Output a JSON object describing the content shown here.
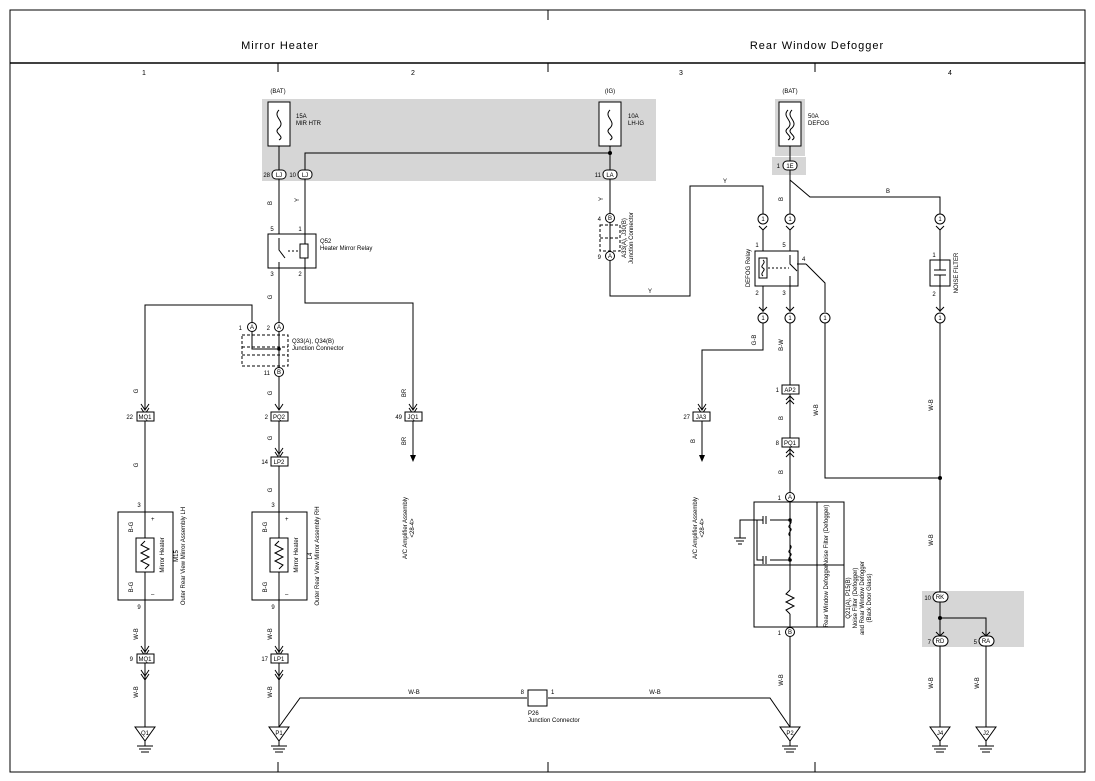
{
  "sections": {
    "mirror_heater": "Mirror Heater",
    "rear_window_defogger": "Rear Window Defogger"
  },
  "columns": [
    "1",
    "2",
    "3",
    "4"
  ],
  "fuses": {
    "bat1": {
      "source": "(BAT)",
      "rating": "15A",
      "name": "MIR HTR"
    },
    "ig": {
      "source": "(IG)",
      "rating": "10A",
      "name": "LH-IG"
    },
    "bat2": {
      "source": "(BAT)",
      "rating": "50A",
      "name": "DEFOG"
    }
  },
  "connectors": {
    "lj28": {
      "pin": "28",
      "code": "LJ"
    },
    "lj10": {
      "pin": "10",
      "code": "LJ"
    },
    "la11": {
      "pin": "11",
      "code": "LA"
    },
    "ie1": {
      "pin": "1",
      "code": "1E"
    },
    "mq1_22": {
      "pin": "22",
      "code": "MQ1"
    },
    "pq2_2": {
      "pin": "2",
      "code": "PQ2"
    },
    "lp2_14": {
      "pin": "14",
      "code": "LP2"
    },
    "jq1_49": {
      "pin": "49",
      "code": "JQ1"
    },
    "ja3_27": {
      "pin": "27",
      "code": "JA3"
    },
    "ap2_1": {
      "pin": "1",
      "code": "AP2"
    },
    "pq1_8": {
      "pin": "8",
      "code": "PQ1"
    },
    "mq1_9": {
      "pin": "9",
      "code": "MQ1"
    },
    "lp1_17": {
      "pin": "17",
      "code": "LP1"
    },
    "rk10": {
      "pin": "10",
      "code": "RK"
    },
    "rd7": {
      "pin": "7",
      "code": "RD"
    },
    "ra5": {
      "pin": "5",
      "code": "RA"
    }
  },
  "components": {
    "relay_q52": {
      "code": "Q52",
      "name": "Heater Mirror Relay"
    },
    "jc_q33": {
      "code": "Q33(A), Q34(B)",
      "name": "Junction Connector"
    },
    "jc_a33": {
      "code": "A33(A), J30(B)",
      "name": "Junction Connector"
    },
    "defog_relay": {
      "name": "DEFOG Relay"
    },
    "noise_filter": {
      "name": "NOISE FILTER"
    },
    "mirror_lh": {
      "name": "Mirror Heater",
      "code": "M15",
      "desc": "Outer Rear View Mirror Assembly LH"
    },
    "mirror_rh": {
      "name": "Mirror Heater",
      "code": "L4",
      "desc": "Outer Rear View Mirror Assembly RH"
    },
    "amp1": {
      "name": "A/C Amplifier Assembly",
      "ref": "<28-4>"
    },
    "amp2": {
      "name": "A/C Amplifier Assembly",
      "ref": "<28-4>"
    },
    "p26": {
      "code": "P26",
      "name": "Junction Connector"
    },
    "defogger": {
      "code": "Q21(A), P15(B)",
      "name1": "Noise Filter (Defogger)",
      "name2": "and Rear Window Defogger",
      "name3": "(Back Door Glass)",
      "cell_top": "Noise Filter (Defogger)",
      "cell_bottom": "Rear Window Defogger"
    }
  },
  "grounds": {
    "q1": "Q1",
    "p1": "P1",
    "p2": "P2",
    "j4": "J4",
    "j2": "J2"
  },
  "wire_colors": {
    "b": "B",
    "y": "Y",
    "g": "G",
    "br": "BR",
    "gb": "G-B",
    "bw": "B-W",
    "wb": "W-B",
    "bg": "B-G"
  },
  "pins": {
    "p1": "1",
    "p2": "2",
    "p3": "3",
    "p4": "4",
    "p5": "5",
    "p8": "8",
    "p9": "9",
    "p11": "11",
    "pa": "A",
    "pb": "B",
    "plus": "+",
    "minus": "–"
  }
}
